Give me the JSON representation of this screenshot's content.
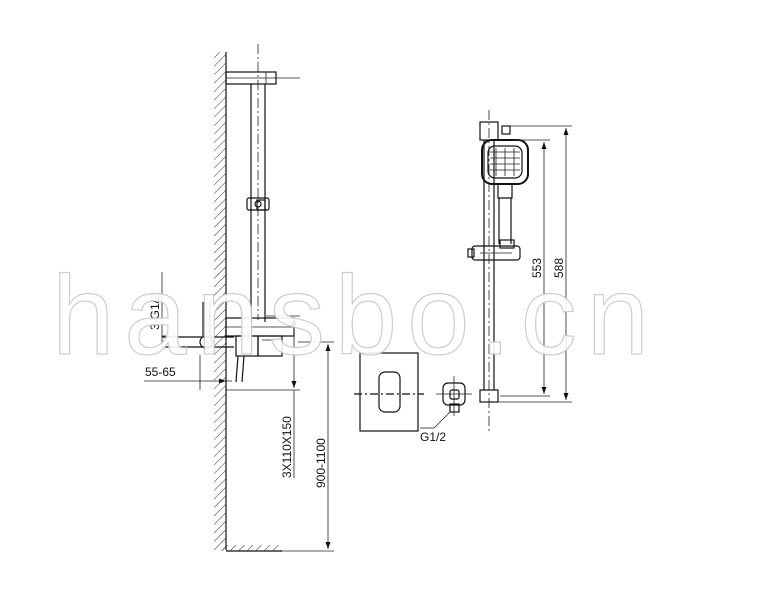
{
  "watermark": "hansbo.cn",
  "dimensions": {
    "pipe_thread": "3-G1/2",
    "wall_offset": "55-65",
    "valve_box": "3X110X150",
    "mounting_height": "900-1100",
    "elbow_thread": "G1/2",
    "bar_length": "553",
    "overall_height": "588"
  },
  "colors": {
    "line": "#111111",
    "watermark_outline": "#c9c9c9",
    "background": "#ffffff"
  }
}
